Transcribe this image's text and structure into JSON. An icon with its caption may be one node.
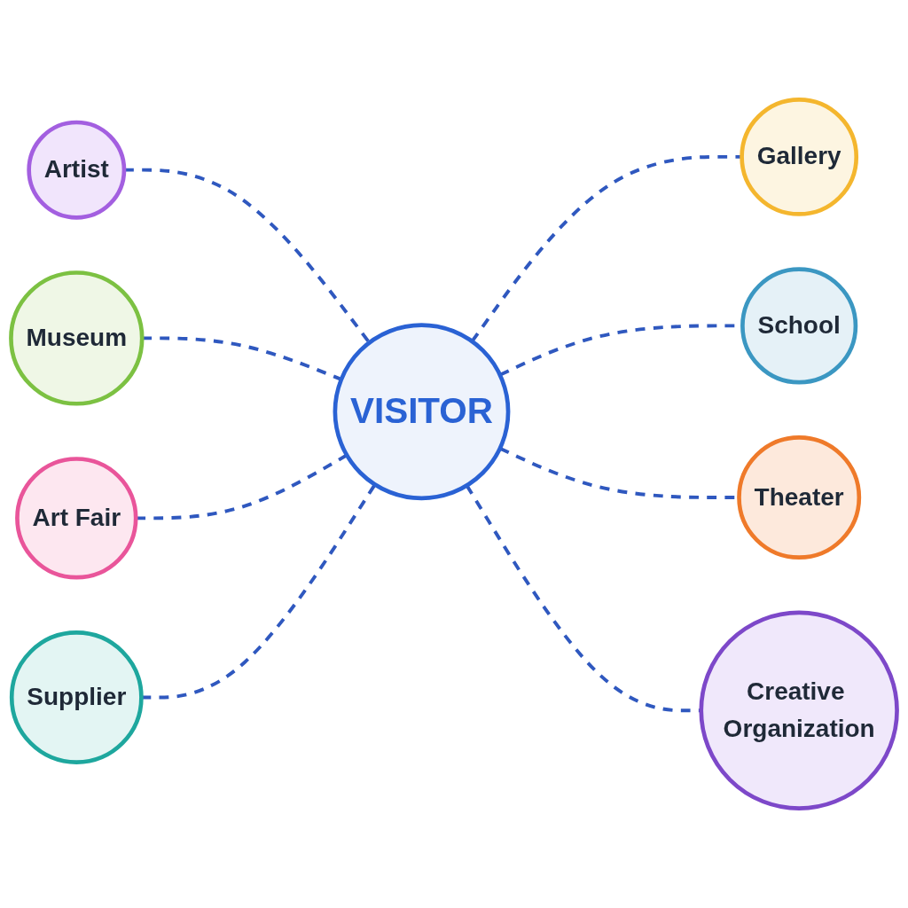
{
  "diagram": {
    "nodes": [
      {
        "text": [
          "Artist"
        ]
      },
      {
        "text": [
          "Museum"
        ]
      },
      {
        "text": [
          "Gallery"
        ]
      },
      {
        "text": [
          "Art Fair"
        ]
      },
      {
        "text": [
          "VISITOR"
        ]
      },
      {
        "text": [
          "School"
        ]
      },
      {
        "text": [
          "Supplier"
        ]
      },
      {
        "text": [
          "Theater"
        ]
      },
      {
        "text": [
          "Creative Organization"
        ]
      }
    ],
    "edges": [
      {
        "from": 0,
        "to": 4,
        "arrow": "none",
        "style": "dashed"
      },
      {
        "from": 1,
        "to": 4,
        "arrow": "none",
        "style": "dashed"
      },
      {
        "from": 4,
        "to": 2,
        "arrow": "none",
        "style": "dashed"
      },
      {
        "from": 3,
        "to": 4,
        "arrow": "none",
        "style": "dashed"
      },
      {
        "from": 4,
        "to": 5,
        "arrow": "none",
        "style": "dashed"
      },
      {
        "from": 6,
        "to": 4,
        "arrow": "none",
        "style": "dashed"
      },
      {
        "from": 4,
        "to": 7,
        "arrow": "none",
        "style": "dashed"
      },
      {
        "from": 4,
        "to": 8,
        "arrow": "none",
        "style": "dashed"
      }
    ]
  }
}
